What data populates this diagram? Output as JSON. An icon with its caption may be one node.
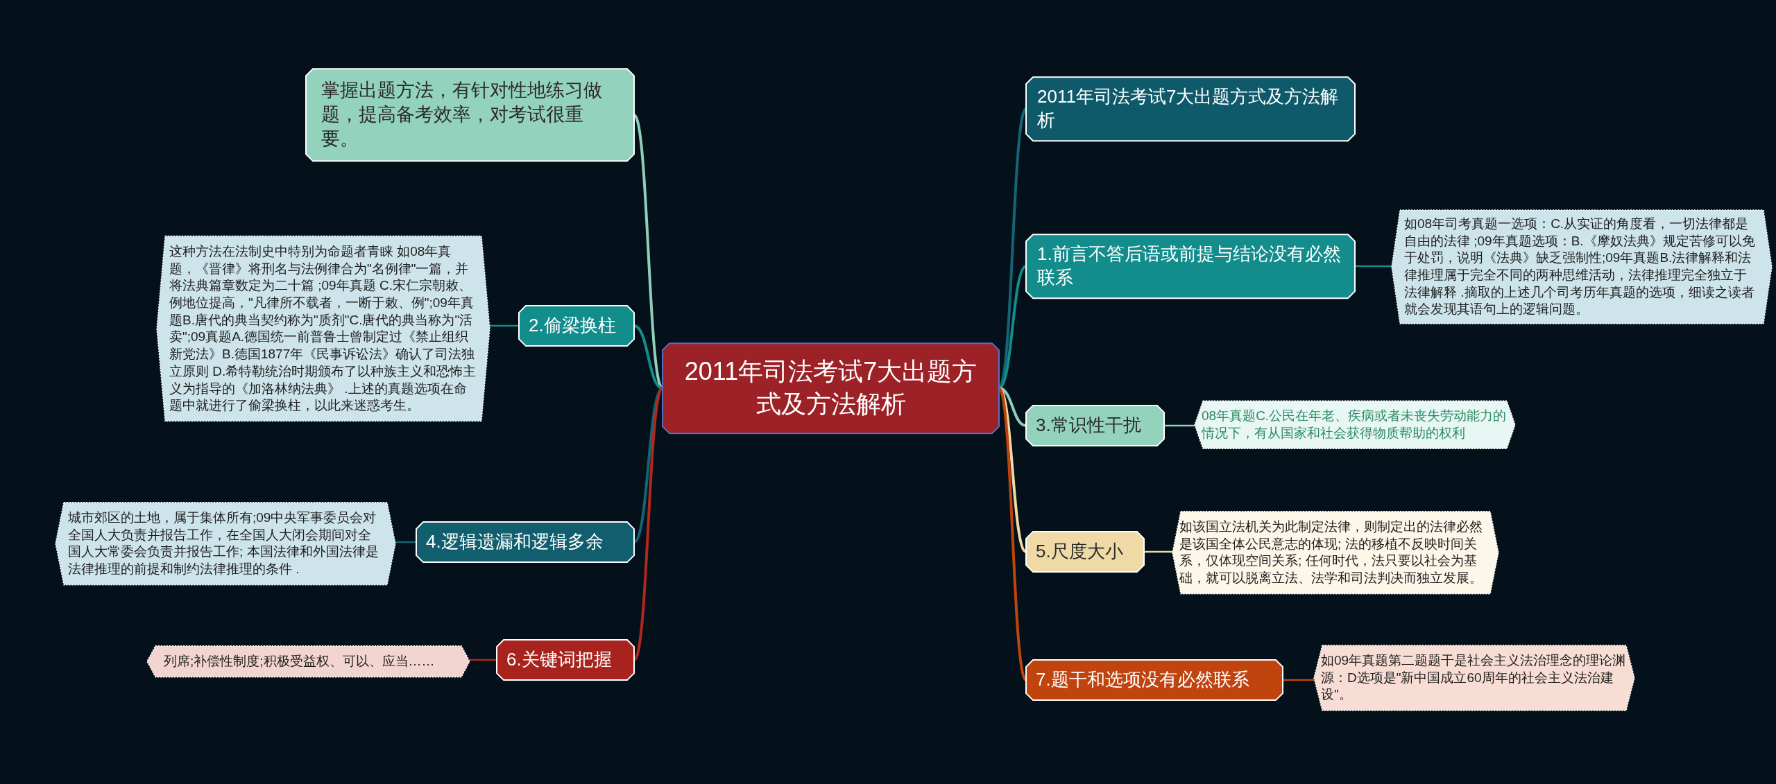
{
  "diagram": {
    "nodes": [
      {
        "text": [
          "2011年司法考试7大出题方式及方法解析"
        ]
      },
      {
        "text": [
          "掌握出题方法，有针对性地练习做题，提高备考效率，对考试很重要。"
        ]
      },
      {
        "text": [
          "这种方法在法制史中特别为命题者青睐 如08年真题，《晋律》将刑名与法例律合为\"名例律\"一篇，并将法典篇章数定为二十篇 ;09年真题 C.宋仁宗朝敕、例地位提高，\"凡律所不载者，一断于敕、例\";09年真题B.唐代的典当契约称为\"质剂\"C.唐代的典当称为\"活卖\";09真题A.德国统一前普鲁士曾制定过《禁止组织新党法》B.德国1877年《民事诉讼法》确认了司法独立原则 D.希特勒统治时期颁布了以种族主义和恐怖主义为指导的《加洛林纳法典》 .上述的真题选项在命题中就进行了偷梁换柱，以此来迷惑考生。"
        ]
      },
      {
        "text": [
          "2.偷梁换柱"
        ]
      },
      {
        "text": [
          "城市郊区的土地，属于集体所有;09中央军事委员会对全国人大负责并报告工作，在全国人大闭会期间对全国人大常委会负责并报告工作; 本国法律和外国法律是法律推理的前提和制约法律推理的条件 ."
        ]
      },
      {
        "text": [
          "4.逻辑遗漏和逻辑多余"
        ]
      },
      {
        "text": [
          "列席;补偿性制度;积极受益权、可以、应当……"
        ]
      },
      {
        "text": [
          "6.关键词把握"
        ]
      },
      {
        "text": [
          "2011年司法考试7大出题方式及方法解析"
        ]
      },
      {
        "text": [
          "1.前言不答后语或前提与结论没有必然联系"
        ]
      },
      {
        "text": [
          "如08年司考真题一选项：C.从实证的角度看，一切法律都是自由的法律 ;09年真题选项：B.《摩奴法典》规定苦修可以免于处罚，说明《法典》缺乏强制性;09年真题B.法律解释和法律推理属于完全不同的两种思维活动，法律推理完全独立于法律解释 .摘取的上述几个司考历年真题的选项，细读之读者就会发现其语句上的逻辑问题。"
        ]
      },
      {
        "text": [
          "3.常识性干扰"
        ]
      },
      {
        "text": [
          "08年真题C.公民在年老、疾病或者未丧失劳动能力的情况下，有从国家和社会获得物质帮助的权利"
        ]
      },
      {
        "text": [
          "5.尺度大小"
        ]
      },
      {
        "text": [
          "如该国立法机关为此制定法律，则制定出的法律必然是该国全体公民意志的体现; 法的移植不反映时间关系，仅体现空间关系; 任何时代，法只要以社会为基础，就可以脱离立法、法学和司法判决而独立发展。"
        ]
      },
      {
        "text": [
          "7.题干和选项没有必然联系"
        ]
      },
      {
        "text": [
          "如09年真题第二题题干是社会主义法治理念的理论渊源：D选项是\"新中国成立60周年的社会主义法治建设\"。"
        ]
      }
    ],
    "edges": [
      {
        "from": 0,
        "to": 1,
        "arrow": "none",
        "color": "#8fcfb9"
      },
      {
        "from": 0,
        "to": 3,
        "arrow": "none",
        "color": "#138c8c"
      },
      {
        "from": 3,
        "to": 2,
        "arrow": "none",
        "color": "#138c8c"
      },
      {
        "from": 0,
        "to": 5,
        "arrow": "none",
        "color": "#156476"
      },
      {
        "from": 5,
        "to": 4,
        "arrow": "none",
        "color": "#156476"
      },
      {
        "from": 0,
        "to": 7,
        "arrow": "none",
        "color": "#b0281e"
      },
      {
        "from": 7,
        "to": 6,
        "arrow": "none",
        "color": "#b0281e"
      },
      {
        "from": 0,
        "to": 8,
        "arrow": "none",
        "color": "#156476"
      },
      {
        "from": 0,
        "to": 9,
        "arrow": "none",
        "color": "#138c8c"
      },
      {
        "from": 9,
        "to": 10,
        "arrow": "none",
        "color": "#138c8c"
      },
      {
        "from": 0,
        "to": 11,
        "arrow": "none",
        "color": "#8fcfb9"
      },
      {
        "from": 11,
        "to": 12,
        "arrow": "none",
        "color": "#8fcfb9"
      },
      {
        "from": 0,
        "to": 13,
        "arrow": "none",
        "color": "#efd9a4"
      },
      {
        "from": 13,
        "to": 14,
        "arrow": "none",
        "color": "#efd9a4"
      },
      {
        "from": 0,
        "to": 15,
        "arrow": "none",
        "color": "#c0440e"
      },
      {
        "from": 15,
        "to": 16,
        "arrow": "none",
        "color": "#c0440e"
      }
    ]
  }
}
